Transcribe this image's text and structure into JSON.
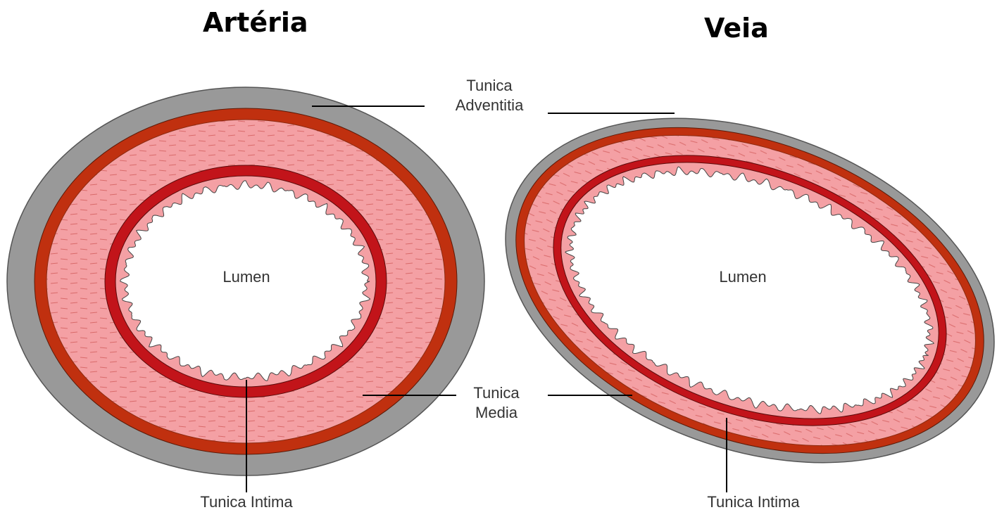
{
  "titles": {
    "artery": "Artéria",
    "vein": "Veia"
  },
  "labels": {
    "adventitia": [
      "Tunica",
      "Adventitia"
    ],
    "media": [
      "Tunica",
      "Media"
    ],
    "lumen": "Lumen",
    "intima": "Tunica Intima"
  },
  "colors": {
    "adventitia": "#999999",
    "outer_band": "#c0300f",
    "media": "#f4a0a4",
    "media_stripe": "#d96a6a",
    "intima": "#c2141a",
    "lumen": "#ffffff",
    "line": "#000000"
  }
}
